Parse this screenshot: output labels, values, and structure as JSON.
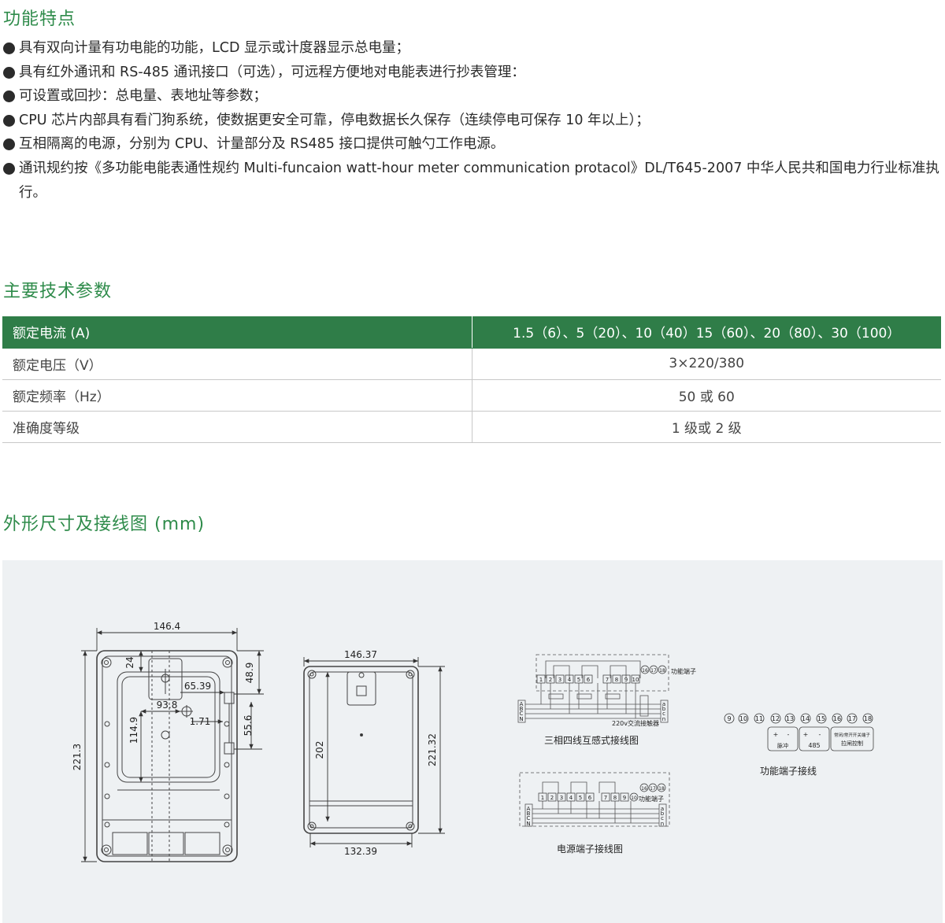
{
  "sections": {
    "features_title": "功能特点",
    "params_title": "主要技术参数",
    "dimensions_title": "外形尺寸及接线图 (mm)"
  },
  "features": [
    "具有双向计量有功电能的功能，LCD 显示或计度器显示总电量；",
    "具有红外通讯和 RS-485 通讯接口（可选），可远程方便地对电能表进行抄表管理：",
    "可设置或回抄：总电量、表地址等参数；",
    "CPU 芯片内部具有看门狗系统，使数据更安全可靠，停电数据长久保存（连续停电可保存 10 年以上）；",
    "互相隔离的电源，分别为 CPU、计量部分及 RS485 接口提供可触勺工作电源。",
    "通讯规约按《多功能电能表通性规约 Multi-funcaion watt-hour meter communication protacol》DL/T645-2007 中华人民共和国电力行业标准执行。"
  ],
  "params": [
    {
      "label": "额定电流 (A)",
      "value": "1.5（6）、5（20）、10（40）15（60）、20（80）、30（100）"
    },
    {
      "label": "额定电压（V）",
      "value": "3×220/380"
    },
    {
      "label": "额定频率（Hz）",
      "value": "50 或 60"
    },
    {
      "label": "准确度等级",
      "value": "1 级或 2 级"
    }
  ],
  "dims": {
    "front_width": "146.4",
    "front_height": "221.3",
    "d24": "24",
    "d48_9": "48.9",
    "d65_39": "65.39",
    "d93_8": "93.8",
    "d114_9": "114.9",
    "d1_71": "1.71",
    "d55_6": "55.6",
    "back_width": "146.37",
    "back_height": "221.32",
    "d202": "202",
    "back_bottom": "132.39"
  },
  "wiring": {
    "ct_caption": "三相四线互感式接线图",
    "power_caption": "电源端子接线图",
    "func_caption": "功能端子接线",
    "func_terminal_label": "功能端子",
    "contactor_label": "220v交流接触器",
    "terminal_numbers": [
      "1",
      "2",
      "3",
      "4",
      "5",
      "6",
      "7",
      "8",
      "9",
      "10"
    ],
    "func_numbers": [
      "16",
      "17",
      "18"
    ],
    "phase_in": [
      "A",
      "B",
      "C",
      "N"
    ],
    "phase_out": [
      "a",
      "b",
      "c",
      "n"
    ],
    "func_row": [
      "9",
      "10",
      "11",
      "12",
      "13",
      "14",
      "15",
      "16",
      "17",
      "18"
    ],
    "box_pulse": "脉冲",
    "box_485": "485",
    "box_ctrl": "拉闸控制",
    "box_ctrl_top": "常闭/常开开关端子",
    "plus": "+",
    "minus": "-"
  }
}
